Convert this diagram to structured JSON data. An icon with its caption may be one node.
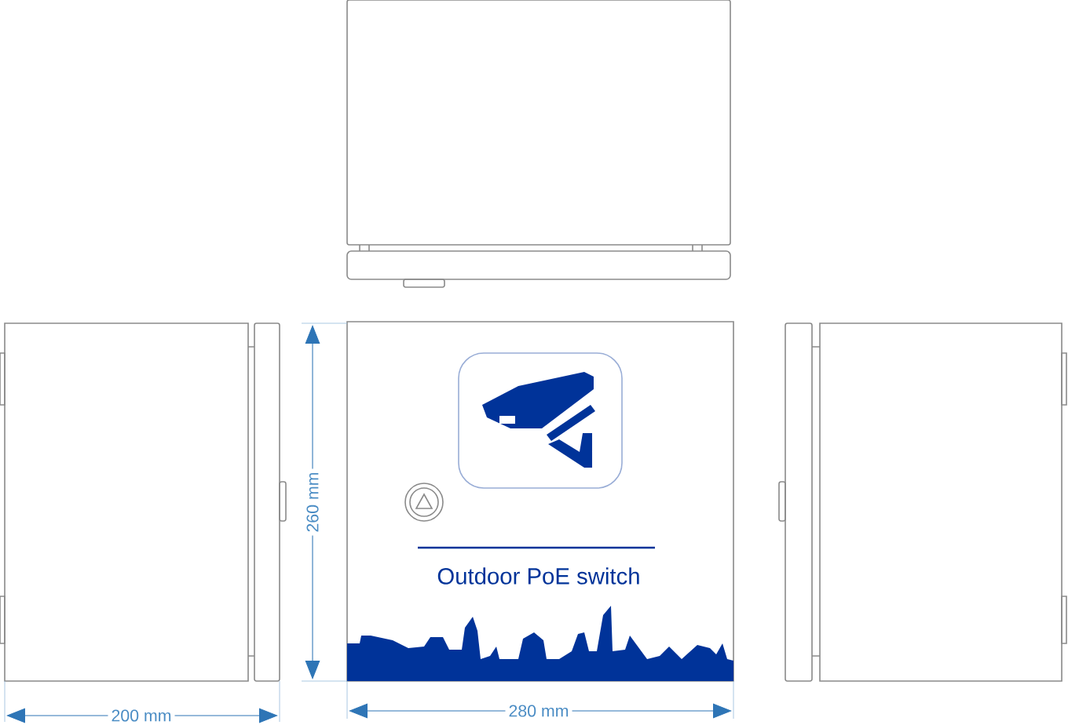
{
  "diagram": {
    "labels": [
      "260 mm",
      "Outdoor PoE switch",
      "200 mm",
      "280 mm"
    ]
  }
}
